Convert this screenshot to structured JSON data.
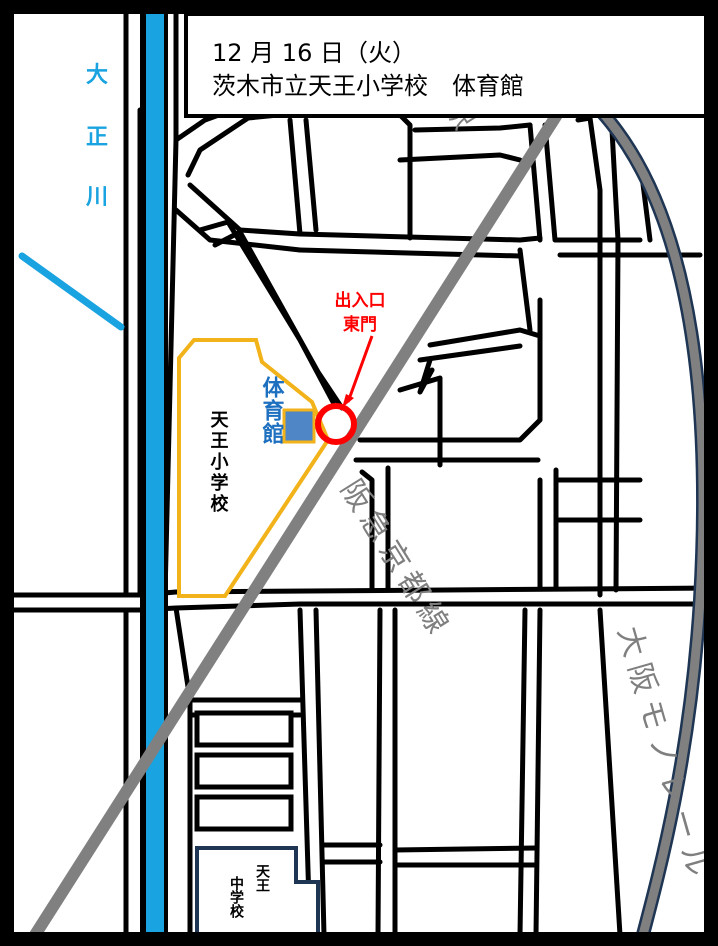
{
  "header": {
    "date": "12 月 16 日（火）",
    "venue": "茨木市立天王小学校　体育館"
  },
  "labels": {
    "river": [
      "大",
      "正",
      "川"
    ],
    "school": "天王小学校",
    "gym": "体育館",
    "entrance_line1": "出入口",
    "entrance_line2": "東門",
    "hankyu": "阪急京都線",
    "station_partial": "茨木駅",
    "monorail": "大阪モノレール",
    "junior_high": [
      "天王",
      "中学校"
    ]
  },
  "colors": {
    "river": "#19a3e0",
    "school_outline": "#f2b21a",
    "gym_fill": "#4e86c6",
    "gym_text": "#1d6fc0",
    "entrance": "#ff0000",
    "rail": "#808080",
    "monorail_outline": "#1e3553",
    "road": "#000000"
  }
}
